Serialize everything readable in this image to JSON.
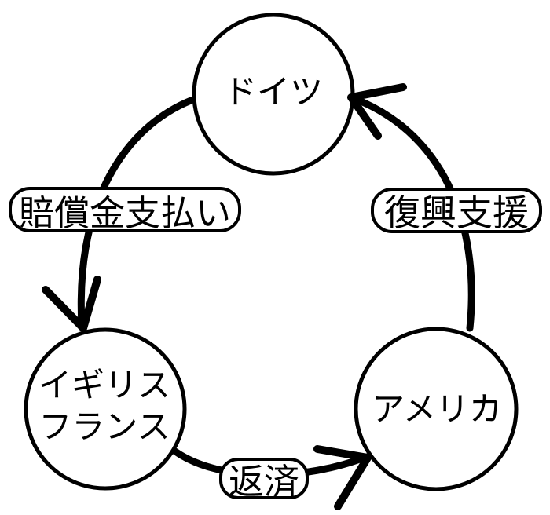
{
  "diagram": {
    "type": "cycle-diagram",
    "background_color": "#ffffff",
    "line_color": "#000000",
    "nodes": [
      {
        "id": "germany",
        "label": "ドイツ"
      },
      {
        "id": "uk-france",
        "lines": [
          "イギリス",
          "フランス"
        ]
      },
      {
        "id": "america",
        "label": "アメリカ"
      }
    ],
    "edges": [
      {
        "id": "reparations",
        "from": "germany",
        "to": "uk-france",
        "label": "賠償金支払い"
      },
      {
        "id": "repayment",
        "from": "uk-france",
        "to": "america",
        "label": "返済"
      },
      {
        "id": "reconstruction-support",
        "from": "america",
        "to": "germany",
        "label": "復興支援"
      }
    ]
  }
}
